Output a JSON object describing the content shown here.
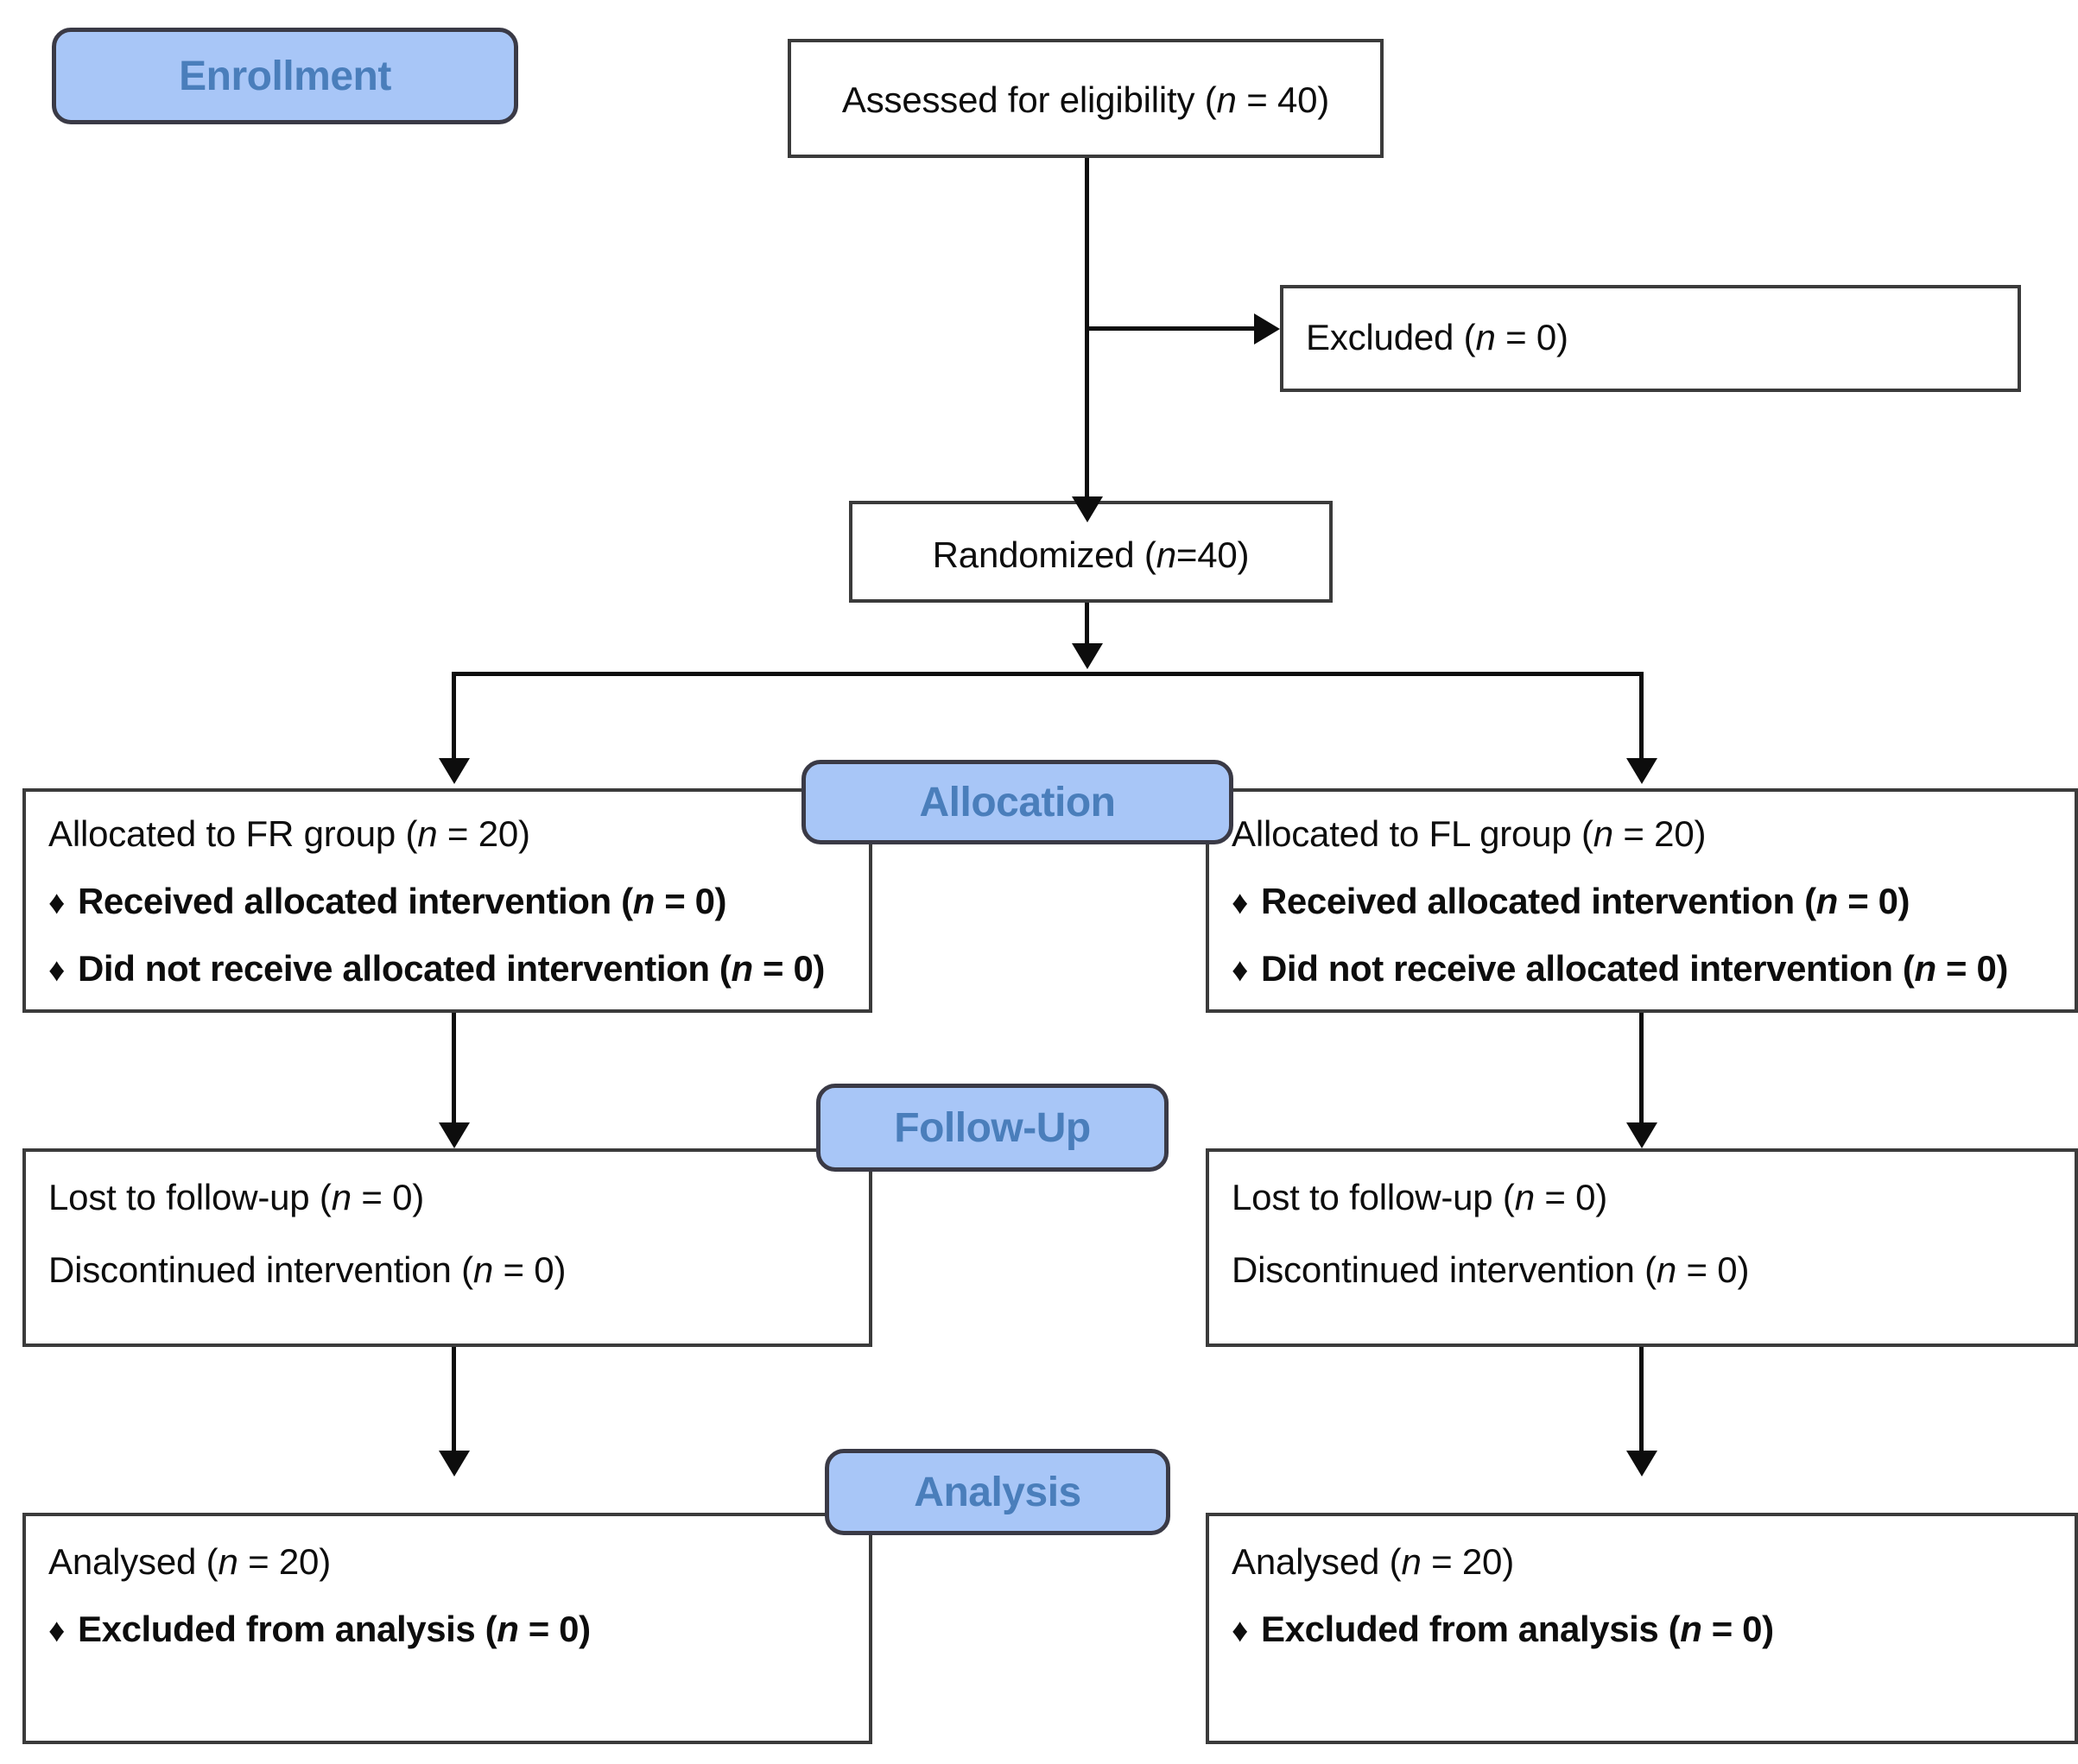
{
  "diagram": {
    "title": "CONSORT participant flow diagram",
    "colors": {
      "badge_fill": "#a8c6f7",
      "badge_text": "#4a7ebb",
      "badge_border": "#3a3a46",
      "box_border": "#3b3b3b",
      "box_fill": "#ffffff",
      "connector": "#0d0d0d",
      "body_text": "#0d0d0d"
    },
    "bullet_glyph": "♦"
  },
  "stages": {
    "enrollment": "Enrollment",
    "allocation": "Allocation",
    "follow_up": "Follow-Up",
    "analysis": "Analysis"
  },
  "enrollment": {
    "assessed": {
      "text": "Assessed for eligibility (",
      "italic_n": "n",
      "tail": " = 40)"
    },
    "excluded": {
      "text": "Excluded (",
      "italic_n": "n",
      "tail": " = 0)"
    },
    "randomized": {
      "text": "Randomized (",
      "italic_n": "n",
      "tail": "=40)"
    }
  },
  "allocation": {
    "left": {
      "heading_pre": "Allocated to FR group (",
      "heading_n": "n",
      "heading_post": " = 20)",
      "bullets": [
        {
          "pre": "Received allocated intervention (",
          "n": "n",
          "post": " = 0)"
        },
        {
          "pre": "Did not receive allocated intervention (",
          "n": "n",
          "post": " = 0)"
        }
      ]
    },
    "right": {
      "heading_pre": "Allocated to FL group (",
      "heading_n": "n",
      "heading_post": " = 20)",
      "bullets": [
        {
          "pre": "Received allocated intervention (",
          "n": "n",
          "post": " = 0)"
        },
        {
          "pre": "Did not receive allocated intervention (",
          "n": "n",
          "post": " = 0)"
        }
      ]
    }
  },
  "follow_up": {
    "left": {
      "line1_pre": "Lost to follow-up (",
      "line1_n": "n",
      "line1_post": " = 0)",
      "line2_pre": "Discontinued intervention (",
      "line2_n": "n",
      "line2_post": " = 0)"
    },
    "right": {
      "line1_pre": "Lost to follow-up (",
      "line1_n": "n",
      "line1_post": " = 0)",
      "line2_pre": "Discontinued intervention (",
      "line2_n": "n",
      "line2_post": " = 0)"
    }
  },
  "analysis": {
    "left": {
      "heading_pre": "Analysed (",
      "heading_n": "n",
      "heading_post": " = 20)",
      "bullets": [
        {
          "pre": "Excluded from analysis (",
          "n": "n",
          "post": " = 0)"
        }
      ]
    },
    "right": {
      "heading_pre": "Analysed (",
      "heading_n": "n",
      "heading_post": " = 20)",
      "bullets": [
        {
          "pre": "Excluded from analysis (",
          "n": "n",
          "post": " = 0)"
        }
      ]
    }
  },
  "chart_data": {
    "type": "diagram",
    "flow": "CONSORT",
    "nodes": [
      {
        "id": "assessed",
        "stage": "Enrollment",
        "label": "Assessed for eligibility (n = 40)",
        "n": 40
      },
      {
        "id": "excluded",
        "stage": "Enrollment",
        "label": "Excluded (n = 0)",
        "n": 0
      },
      {
        "id": "randomized",
        "stage": "Enrollment",
        "label": "Randomized (n=40)",
        "n": 40
      },
      {
        "id": "alloc_fr",
        "stage": "Allocation",
        "label": "Allocated to FR group (n = 20)",
        "n": 20
      },
      {
        "id": "alloc_fl",
        "stage": "Allocation",
        "label": "Allocated to FL group (n = 20)",
        "n": 20
      },
      {
        "id": "followup_fr",
        "stage": "Follow-Up",
        "label": "Lost to follow-up (n = 0); Discontinued intervention (n = 0)",
        "n": 0
      },
      {
        "id": "followup_fl",
        "stage": "Follow-Up",
        "label": "Lost to follow-up (n = 0); Discontinued intervention (n = 0)",
        "n": 0
      },
      {
        "id": "analysed_fr",
        "stage": "Analysis",
        "label": "Analysed (n = 20); Excluded from analysis (n = 0)",
        "n": 20
      },
      {
        "id": "analysed_fl",
        "stage": "Analysis",
        "label": "Analysed (n = 20); Excluded from analysis (n = 0)",
        "n": 20
      }
    ],
    "edges": [
      [
        "assessed",
        "excluded"
      ],
      [
        "assessed",
        "randomized"
      ],
      [
        "randomized",
        "alloc_fr"
      ],
      [
        "randomized",
        "alloc_fl"
      ],
      [
        "alloc_fr",
        "followup_fr"
      ],
      [
        "alloc_fl",
        "followup_fl"
      ],
      [
        "followup_fr",
        "analysed_fr"
      ],
      [
        "followup_fl",
        "analysed_fl"
      ]
    ]
  }
}
